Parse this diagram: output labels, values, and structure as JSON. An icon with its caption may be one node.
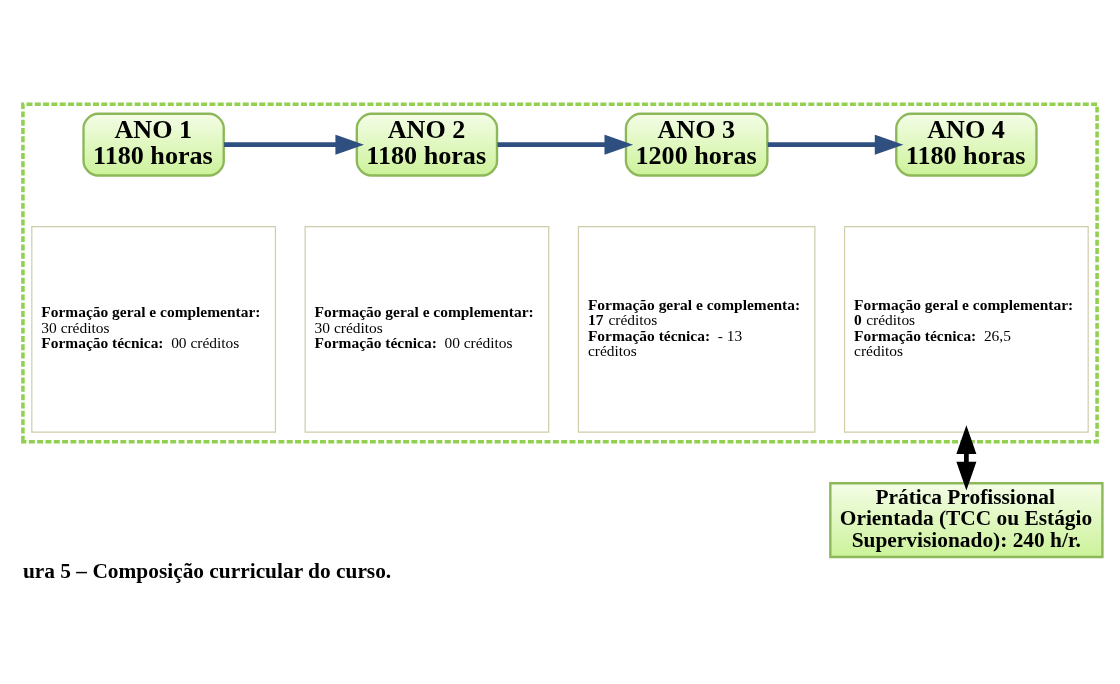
{
  "diagram": {
    "caption": "ura 5 – Composição curricular do curso.",
    "nodes": [
      {
        "text": [],
        "shape": "box"
      },
      {
        "text": [
          "ANO 1",
          "1180 horas"
        ],
        "in": 0
      },
      {
        "text": [
          "ANO 2",
          "1180 horas"
        ],
        "in": 0
      },
      {
        "text": [
          "ANO 3",
          "1200 horas"
        ],
        "in": 0
      },
      {
        "text": [
          "ANO 4",
          "1180 horas"
        ],
        "in": 0
      },
      {
        "text": [
          "**Formação geral e complementar:** 30 créditos",
          "**Formação técnica:** 00 créditos"
        ],
        "in": 0
      },
      {
        "text": [
          "**Formação geral e complementar:** 30 créditos",
          "**Formação técnica:** 00 créditos"
        ],
        "in": 0
      },
      {
        "text": [
          "**Formação geral e complementa: 17** créditos",
          "**Formação técnica:** - 13 créditos"
        ],
        "in": 0
      },
      {
        "text": [
          "**Formação geral e complementar: 0** créditos",
          "**Formação técnica:** 26,5 créditos"
        ],
        "in": 0
      },
      {
        "text": [
          "Prática Profissional Orientada (TCC ou Estágio Supervisionado): 240 h/r."
        ]
      }
    ],
    "edges": [
      {
        "from": 1,
        "to": 2,
        "arrow": "to"
      },
      {
        "from": 2,
        "to": 3,
        "arrow": "to"
      },
      {
        "from": 3,
        "to": 4,
        "arrow": "to"
      },
      {
        "from": 8,
        "to": 9,
        "arrow": "both",
        "color": "#000000"
      }
    ]
  }
}
